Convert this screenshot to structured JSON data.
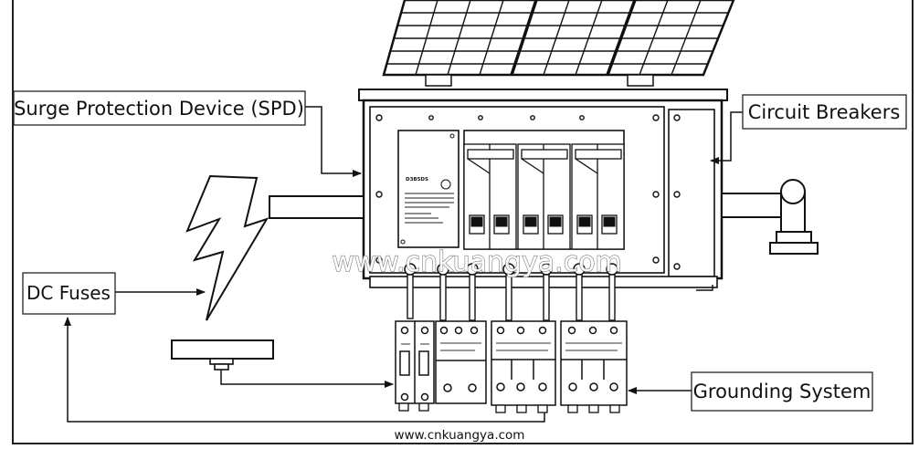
{
  "labels": {
    "spd": "Surge Protection Device (SPD)",
    "circuit_breakers": "Circuit Breakers",
    "dc_fuses": "DC Fuses",
    "grounding": "Grounding System"
  },
  "watermark": "www.cnkuangya.com",
  "footer_url": "www.cnkuangya.com"
}
